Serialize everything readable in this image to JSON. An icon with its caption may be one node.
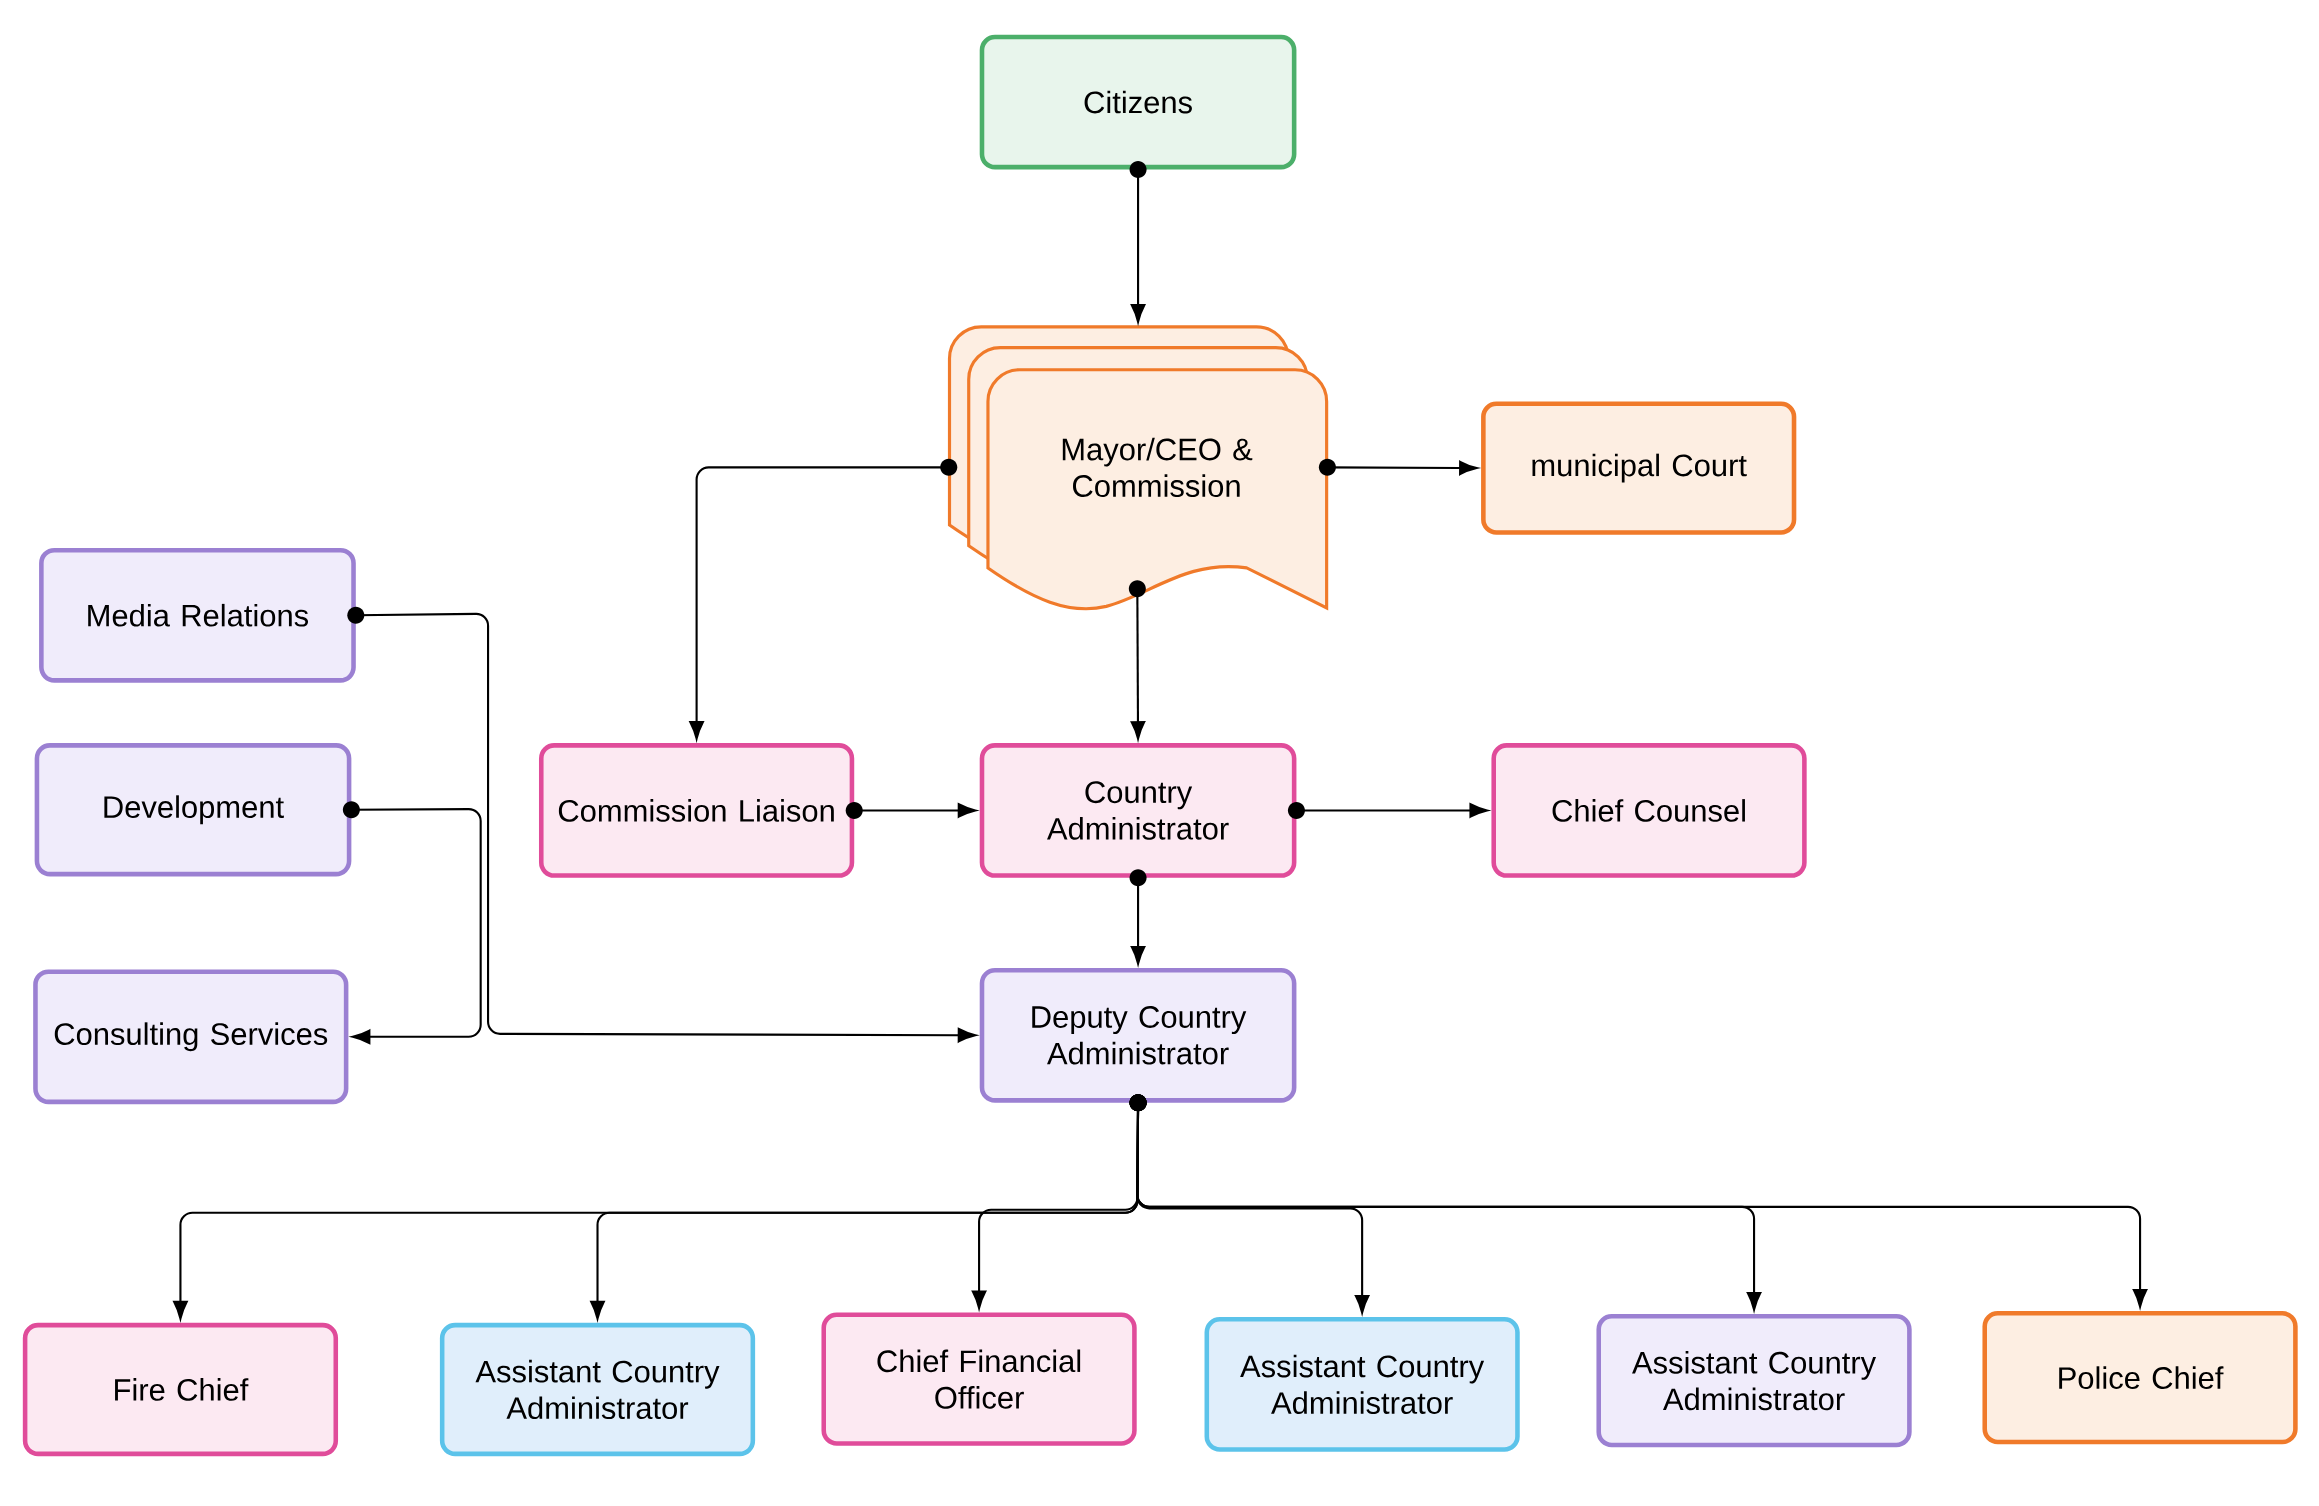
{
  "diagram": {
    "nodes": [
      {
        "text": [
          "Citizens"
        ]
      },
      {
        "text": [
          "Mayor/CEO & Commission"
        ]
      },
      {
        "text": [
          "municipal Court"
        ]
      },
      {
        "text": [
          "Media Relations"
        ]
      },
      {
        "text": [
          "Development"
        ]
      },
      {
        "text": [
          "Commission Liaison"
        ]
      },
      {
        "text": [
          "Country Administrator"
        ]
      },
      {
        "text": [
          "Chief Counsel"
        ]
      },
      {
        "text": [
          "Consulting Services"
        ]
      },
      {
        "text": [
          "Deputy Country Administrator"
        ]
      },
      {
        "text": [
          "Fire Chief"
        ]
      },
      {
        "text": [
          "Assistant Country Administrator"
        ]
      },
      {
        "text": [
          "Chief Financial Officer"
        ]
      },
      {
        "text": [
          "Assistant Country Administrator"
        ]
      },
      {
        "text": [
          "Assistant Country Administrator"
        ]
      },
      {
        "text": [
          "Police Chief"
        ]
      }
    ],
    "edges": [
      {
        "from": 0,
        "to": 1,
        "arrow": "to"
      },
      {
        "from": 1,
        "to": 5,
        "arrow": "to"
      },
      {
        "from": 1,
        "to": 2,
        "arrow": "to"
      },
      {
        "from": 1,
        "to": 6,
        "arrow": "to"
      },
      {
        "from": 3,
        "to": 9,
        "arrow": "to"
      },
      {
        "from": 4,
        "to": 8,
        "arrow": "to"
      },
      {
        "from": 5,
        "to": 6,
        "arrow": "to"
      },
      {
        "from": 6,
        "to": 7,
        "arrow": "to"
      },
      {
        "from": 6,
        "to": 9,
        "arrow": "to"
      },
      {
        "from": 9,
        "to": 10,
        "arrow": "to"
      },
      {
        "from": 9,
        "to": 11,
        "arrow": "to"
      },
      {
        "from": 9,
        "to": 12,
        "arrow": "to"
      },
      {
        "from": 9,
        "to": 13,
        "arrow": "to"
      },
      {
        "from": 9,
        "to": 14,
        "arrow": "to"
      },
      {
        "from": 9,
        "to": 15,
        "arrow": "to"
      }
    ]
  }
}
